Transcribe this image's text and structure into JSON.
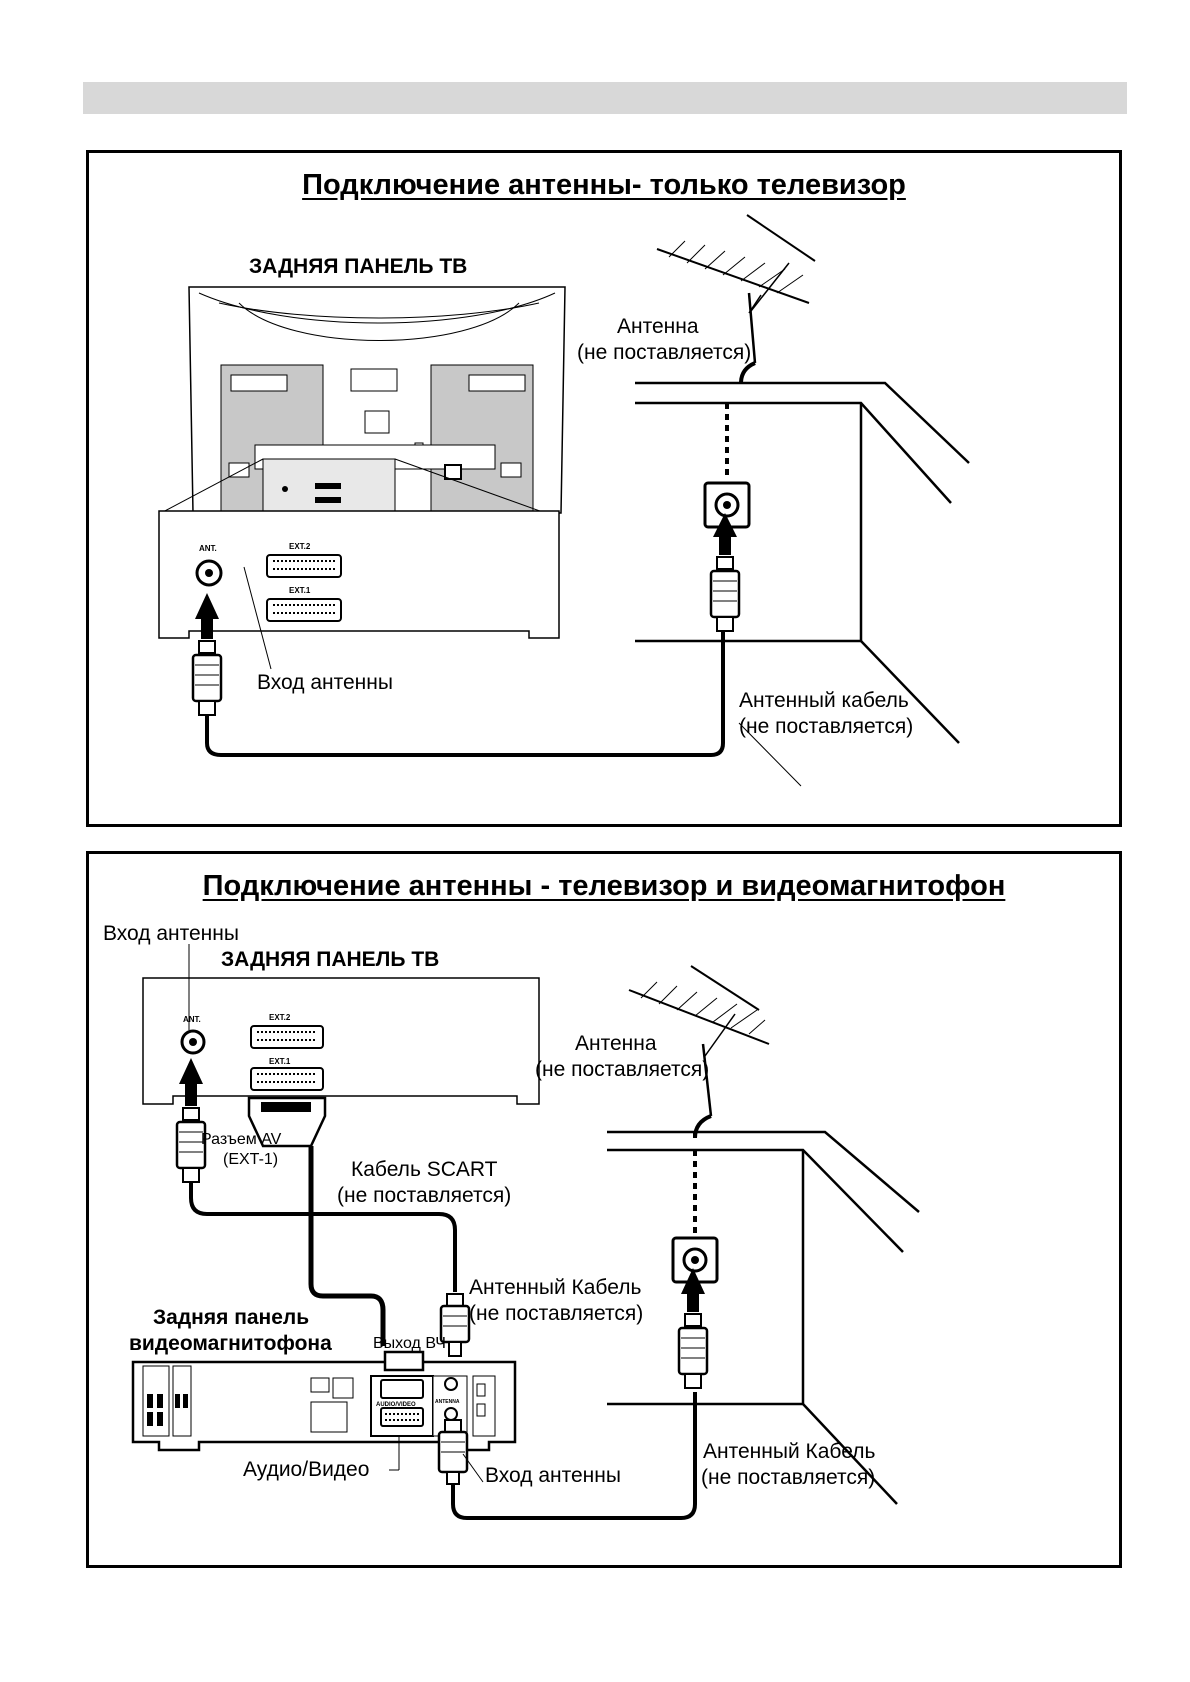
{
  "panel_top": {
    "title": "Подключение антенны- только телевизор",
    "tv_back_panel_label": "ЗАДНЯЯ ПАНЕЛЬ ТВ",
    "antenna_label": "Антенна",
    "antenna_note": "(не поставляется)",
    "antenna_input_label": "Вход  антенны",
    "cable_label": "Антенный кабель",
    "cable_note": "(не поставляется)",
    "jack_ant": "ANT.",
    "jack_ext2": "EXT.2",
    "jack_ext1": "EXT.1"
  },
  "panel_bottom": {
    "title": "Подключение антенны - телевизор и видеомагнитофон",
    "antenna_input_label": "Вход  антенны",
    "tv_back_panel_label": "ЗАДНЯЯ ПАНЕЛЬ ТВ",
    "antenna_label": "Антенна",
    "antenna_note": "(не поставляется)",
    "av_connector_label": "Разъем AV",
    "av_connector_note": "(EXT-1)",
    "scart_cable_label": "Кабель SCART",
    "scart_cable_note": "(не поставляется)",
    "antenna_cable_label": "Антенный Кабель",
    "antenna_cable_note": "(не поставляется)",
    "rf_out_label": "Выход ВЧ",
    "vcr_panel_label_line1": "Задняя панель",
    "vcr_panel_label_line2": "видеомагнитофона",
    "audio_video_label": "Аудио/Видео",
    "vcr_antenna_input_label": "Вход  антенны",
    "antenna_cable2_label": "Антенный Кабель",
    "antenna_cable2_note": "(не поставляется)",
    "jack_ant": "ANT.",
    "jack_ext2": "EXT.2",
    "jack_ext1": "EXT.1",
    "vcr_av_jack": "AUDIO/VIDEO",
    "vcr_antenna_jack": "ANTENNA"
  }
}
